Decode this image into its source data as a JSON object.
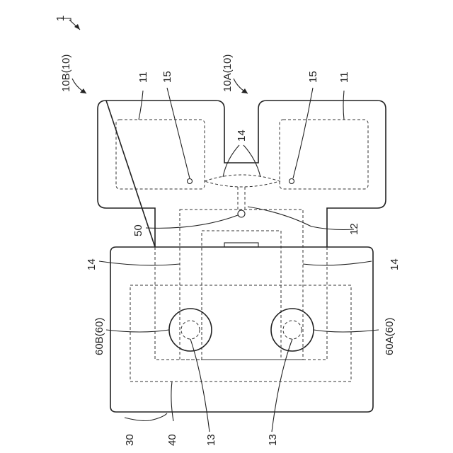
{
  "figure": {
    "labels": {
      "device_ref": "1",
      "coil_b": "10B(10)",
      "coil_a": "10A(10)",
      "ref_11_left": "11",
      "ref_11_right": "11",
      "ref_15_left": "15",
      "ref_15_right": "15",
      "ref_14_top": "14",
      "ref_14_left": "14",
      "ref_14_right": "14",
      "ref_50": "50",
      "ref_12": "12",
      "ref_60b": "60B(60)",
      "ref_60a": "60A(60)",
      "ref_30": "30",
      "ref_40": "40",
      "ref_13_left": "13",
      "ref_13_right": "13"
    }
  }
}
